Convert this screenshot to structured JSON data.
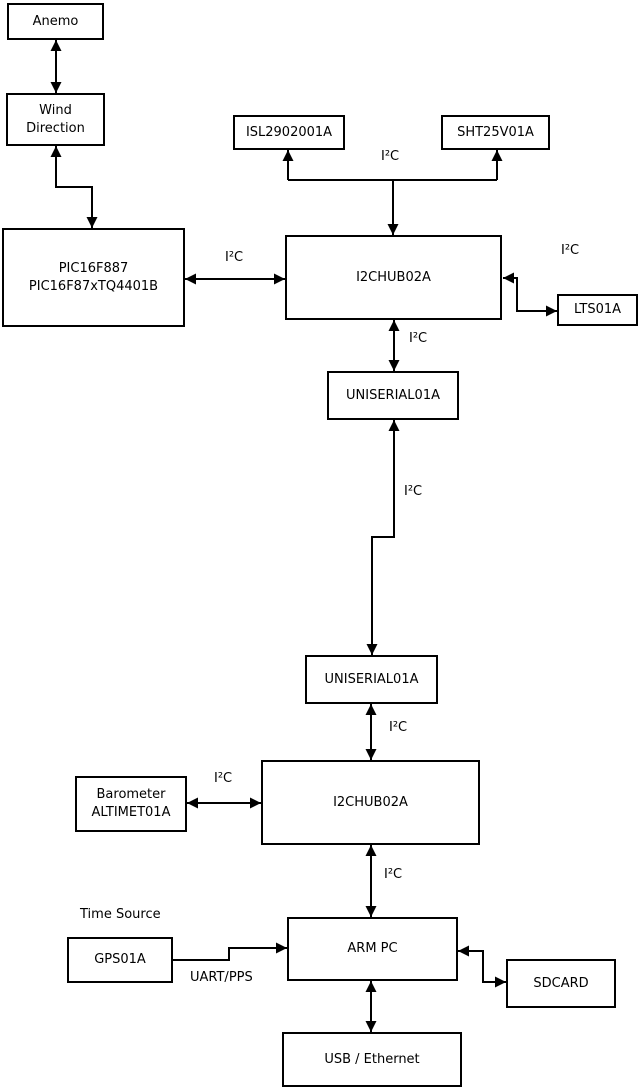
{
  "diagram": {
    "colors": {
      "background": "#ffffff",
      "line": "#000000",
      "box_fill": "#ffffff"
    },
    "nodes": {
      "anemo": {
        "label": "Anemo"
      },
      "wind_direction": {
        "label": "Wind\nDirection"
      },
      "pic": {
        "label": "PIC16F887\nPIC16F87xTQ4401B"
      },
      "isl": {
        "label": "ISL2902001A"
      },
      "sht": {
        "label": "SHT25V01A"
      },
      "i2c_hub_top": {
        "label": "I2CHUB02A"
      },
      "lts": {
        "label": "LTS01A"
      },
      "uniserial_top": {
        "label": "UNISERIAL01A"
      },
      "uniserial_bottom": {
        "label": "UNISERIAL01A"
      },
      "i2c_hub_bottom": {
        "label": "I2CHUB02A"
      },
      "barometer": {
        "label": "Barometer\nALTIMET01A"
      },
      "arm_pc": {
        "label": "ARM PC"
      },
      "gps": {
        "label": "GPS01A"
      },
      "sdcard": {
        "label": "SDCARD"
      },
      "usb_ethernet": {
        "label": "USB / Ethernet"
      }
    },
    "labels": {
      "i2c_sensor_branch": "I²C",
      "i2c_pic_hub": "I²C",
      "i2c_hub_lts": "I²C",
      "i2c_hub_uniserial": "I²C",
      "i2c_uniserial_link": "I²C",
      "i2c_uniserial_hub": "I²C",
      "i2c_barometer_hub": "I²C",
      "i2c_hub_armpc": "I²C",
      "time_source": "Time Source",
      "uart_pps": "UART/PPS"
    }
  }
}
